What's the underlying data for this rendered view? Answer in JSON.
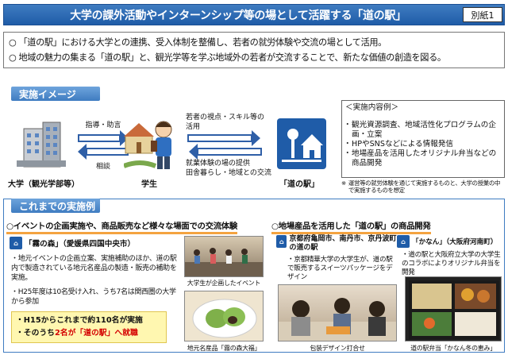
{
  "header": {
    "title": "大学の課外活動やインターンシップ等の場として活躍する「道の駅」",
    "badge": "別紙1"
  },
  "purpose": {
    "line1": "○ 「道の駅」における大学との連携、受入体制を整備し、若者の就労体験や交流の場として活用。",
    "line2": "○ 地域の魅力の集まる「道の駅」と、観光学等を学ぶ地域外の若者が交流することで、新たな価値の創造を図る。"
  },
  "image_section": {
    "label": "実施イメージ",
    "university": "大学（観光学部等）",
    "student": "学生",
    "station": "「道の駅」",
    "arrow_top_label": "指導・助言",
    "arrow_bottom_label": "相談",
    "student_to_station": "若者の視点・スキル等の\n活用",
    "station_to_student": "就業体験の場の提供\n田舎暮らし・地域との交流",
    "content_title": "＜実施内容例＞",
    "content_items": [
      "観光資源調査、地域活性化プログラムの企画・立案",
      "HPやSNSなどによる情報発信",
      "地場産品を活用したオリジナル弁当などの商品開発"
    ],
    "note_mark": "※",
    "note": "運営等の就労体験を通じて実施するものと、大学の授業の中で実施するものを想定"
  },
  "cases_section": {
    "label": "これまでの実施例",
    "left": {
      "title": "○イベントの企画実施や、商品販売など様々な場面での交流体験",
      "logo_icon": "michi-no-eki-logo",
      "card_title": "「霧の森」（愛媛県四国中央市）",
      "bullet1": "・地元イベントの企画立案、実施補助のほか、道の駅内で製造されている地元名産品の製造・販売の補助を実施。",
      "bullet2": "・H25年度は10名受け入れ、うち7名は関西圏の大学から参加",
      "hl1": "・H15からこれまで約110名が実施",
      "hl2_a": "・そのうち",
      "hl2_b": "2名が「道の駅」へ就職",
      "photo1_cap": "大学生が企画したイベント",
      "photo2_cap": "地元名産品「霧の森大福」"
    },
    "right": {
      "title": "○地場産品を活用した「道の駅」の商品開発",
      "card1_title": "京都府亀岡市、南丹市、京丹波町の道の駅",
      "card1_bullet": "・京都精華大学の大学生が、道の駅で販売するスイーツパッケージをデザイン",
      "card2_title": "「かなん」（大阪府河南町）",
      "card2_bullet": "・道の駅と大阪府立大学の大学生のコラボによりオリジナル弁当を開発",
      "photo3_cap": "包装デザイン打合せ",
      "photo4_cap": "道の駅弁当「かなん冬の恵み」"
    }
  },
  "colors": {
    "title_blue": "#1f5ca8",
    "label_blue": "#3f7cc1",
    "underline": "#f4a340",
    "highlight": "#fff7b0",
    "emph_red": "#d40000"
  }
}
